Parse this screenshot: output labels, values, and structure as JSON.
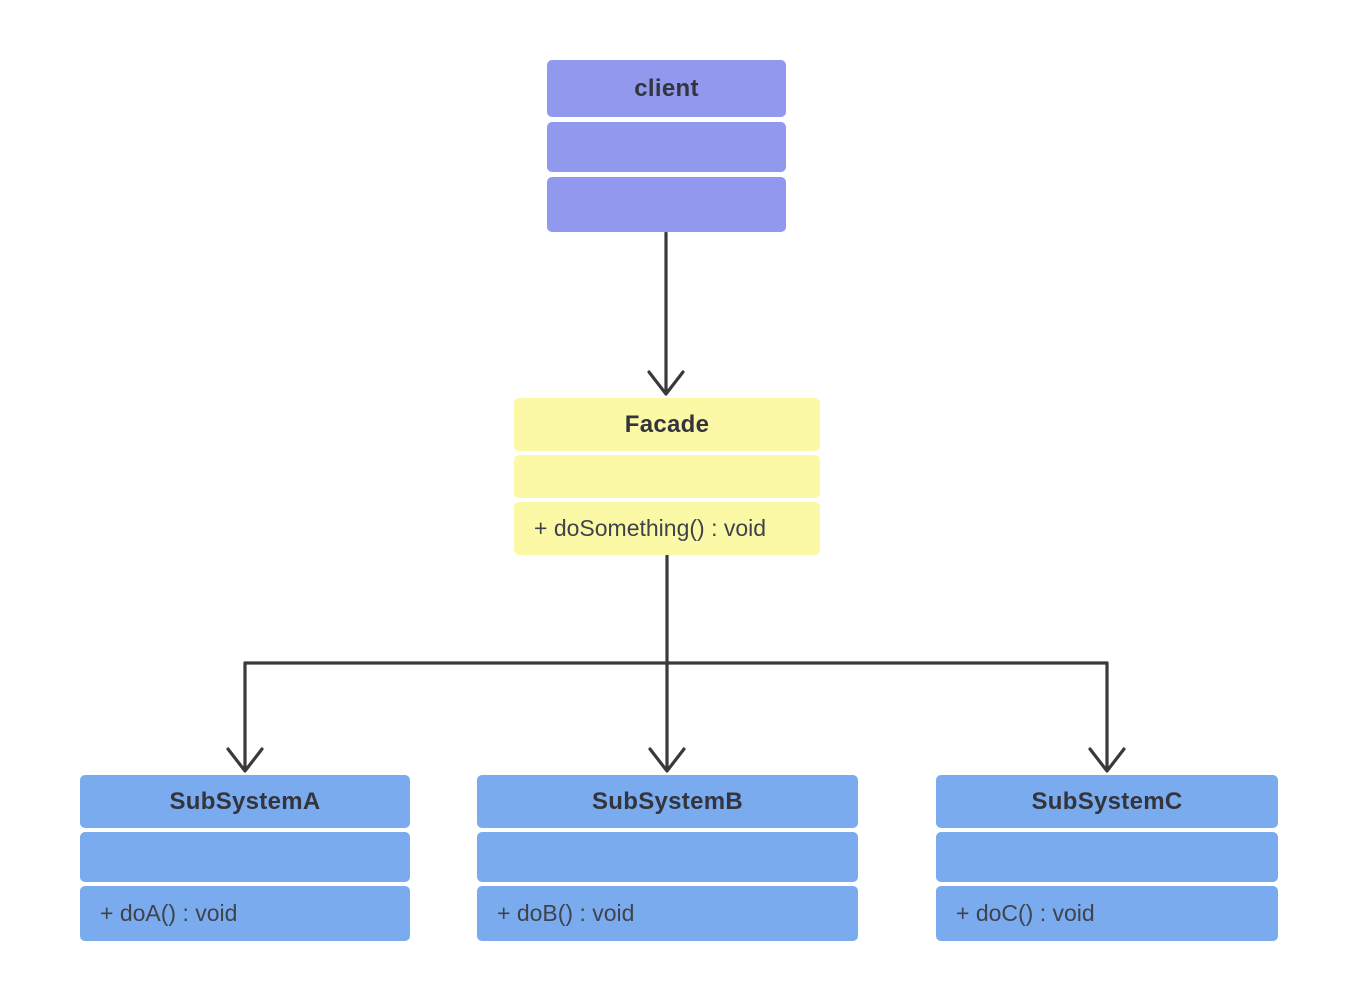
{
  "theme": {
    "canvas_bg": "#ffffff",
    "connector_color": "#3a3a3c",
    "title_text_color": "#34343c",
    "method_text_color": "#3f434b",
    "client_fill": "#9199ee",
    "facade_fill": "#fcf9a6",
    "subsystem_fill": "#7aabef"
  },
  "diagram": {
    "type": "uml-class-diagram",
    "classes": [
      {
        "id": "client",
        "title": "client",
        "attributes": "",
        "methods": ""
      },
      {
        "id": "facade",
        "title": "Facade",
        "attributes": "",
        "methods": "+ doSomething() : void"
      },
      {
        "id": "subsystem-a",
        "title": "SubSystemA",
        "attributes": "",
        "methods": "+ doA() : void"
      },
      {
        "id": "subsystem-b",
        "title": "SubSystemB",
        "attributes": "",
        "methods": "+ doB() : void"
      },
      {
        "id": "subsystem-c",
        "title": "SubSystemC",
        "attributes": "",
        "methods": "+ doC() : void"
      }
    ],
    "relationships": [
      {
        "from": "client",
        "to": "Facade",
        "style": "open-arrow"
      },
      {
        "from": "Facade",
        "to": "SubSystemA",
        "style": "open-arrow"
      },
      {
        "from": "Facade",
        "to": "SubSystemB",
        "style": "open-arrow"
      },
      {
        "from": "Facade",
        "to": "SubSystemC",
        "style": "open-arrow"
      }
    ]
  }
}
